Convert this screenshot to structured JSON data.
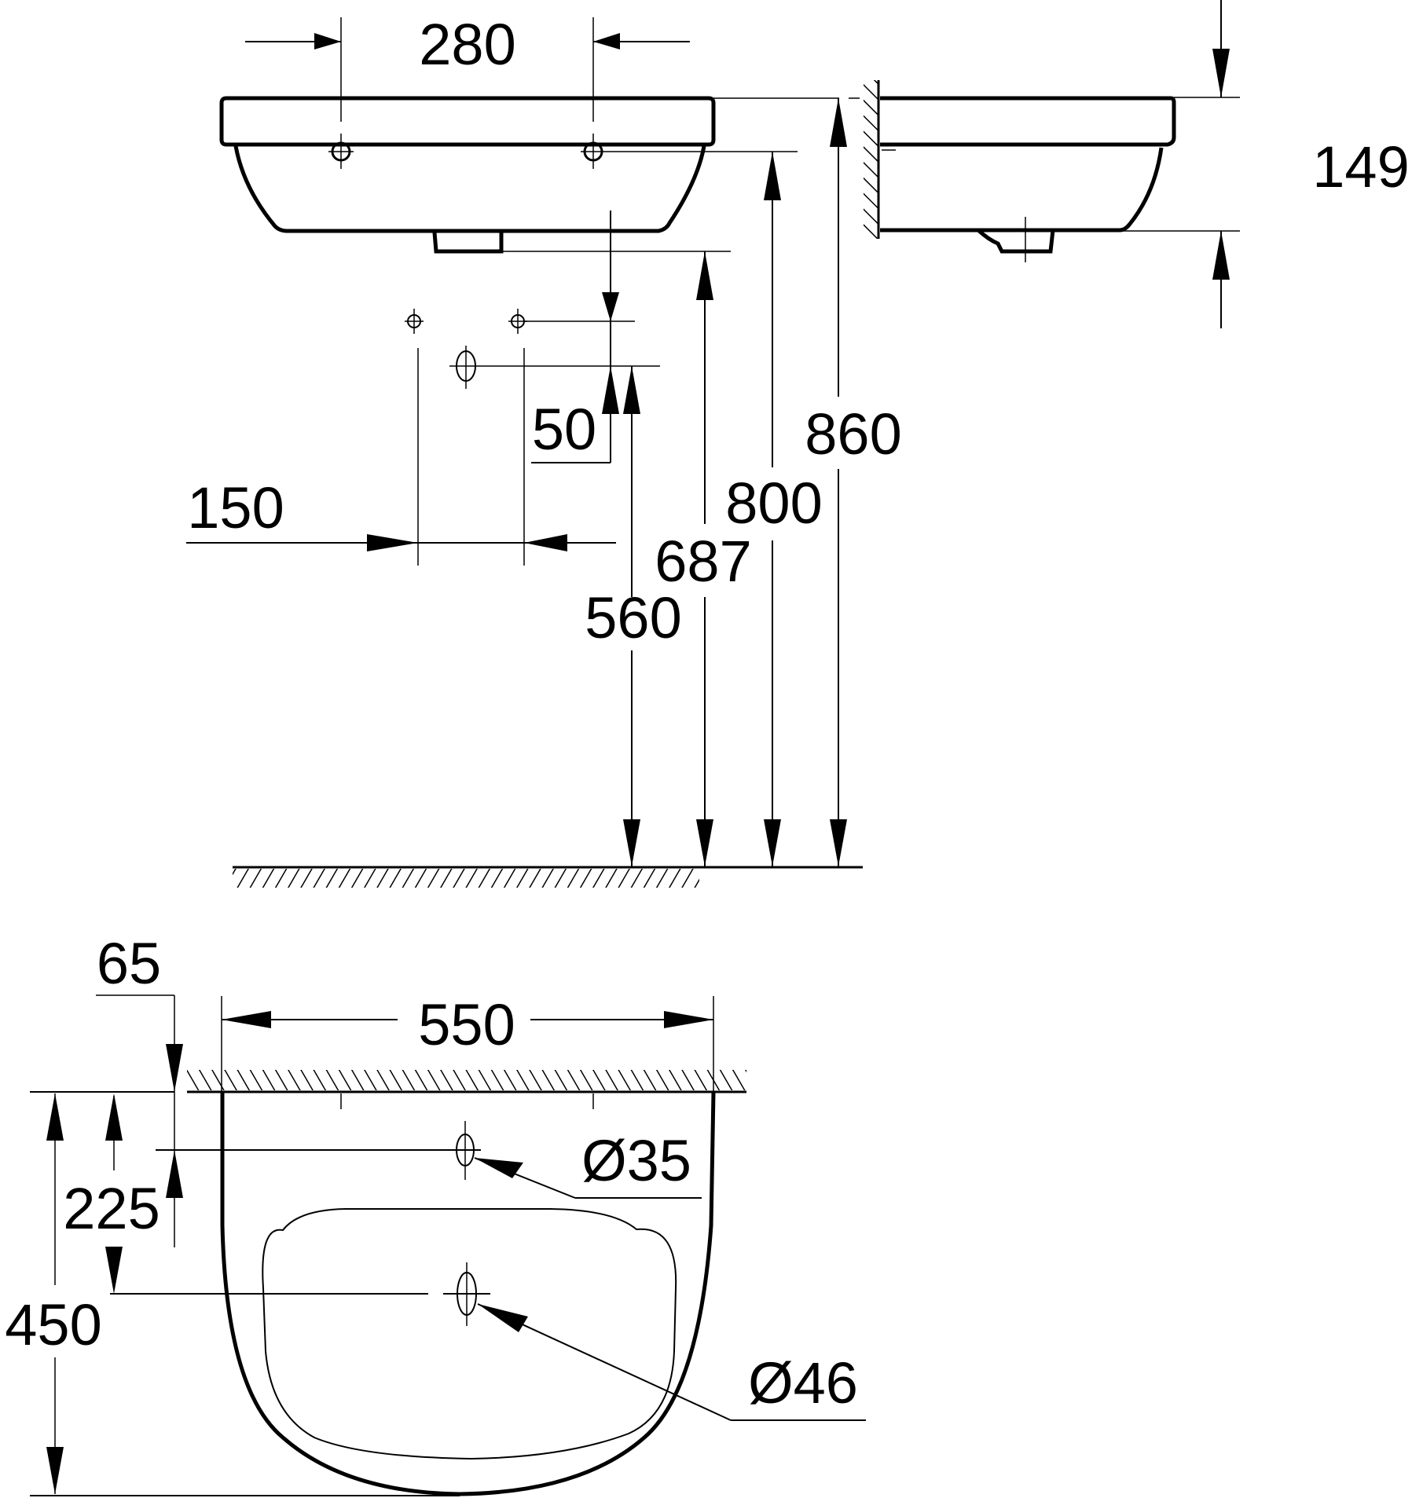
{
  "drawing": {
    "type": "washbasin installation dimension drawing",
    "units": "mm",
    "colors": {
      "line": "#000000",
      "background": "#ffffff"
    }
  },
  "front_view": {
    "dimensions": {
      "tap_hole_spacing": "280",
      "supply_spacing": "150",
      "drain_offset": "50",
      "height_supply": "560",
      "height_drain": "687",
      "height_tap_holes": "800",
      "height_top": "860"
    }
  },
  "side_view": {
    "dimensions": {
      "basin_height": "149"
    }
  },
  "top_view": {
    "dimensions": {
      "width": "550",
      "wall_to_tap_hole": "65",
      "tap_hole_depth": "225",
      "depth": "450",
      "tap_hole_diameter": "Ø35",
      "drain_diameter": "Ø46"
    }
  }
}
